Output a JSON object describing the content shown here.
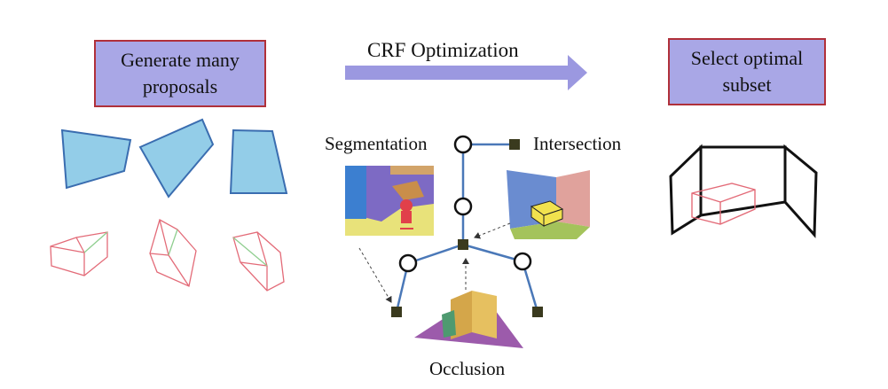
{
  "steps": {
    "generate_line1": "Generate many",
    "generate_line2": "proposals",
    "crf": "CRF Optimization",
    "select_line1": "Select optimal",
    "select_line2": "subset"
  },
  "graph_labels": {
    "segmentation": "Segmentation",
    "intersection": "Intersection",
    "occlusion": "Occlusion"
  },
  "colors": {
    "box_fill": "#a9a7e6",
    "box_border": "#b0303a",
    "arrow": "#9b98e0",
    "proposal_fill": "#93cde8",
    "proposal_stroke": "#3a6db0",
    "cuboid_stroke": "#e36b78",
    "graph_edge": "#4a78b8",
    "factor_node": "#3a3a1e"
  }
}
